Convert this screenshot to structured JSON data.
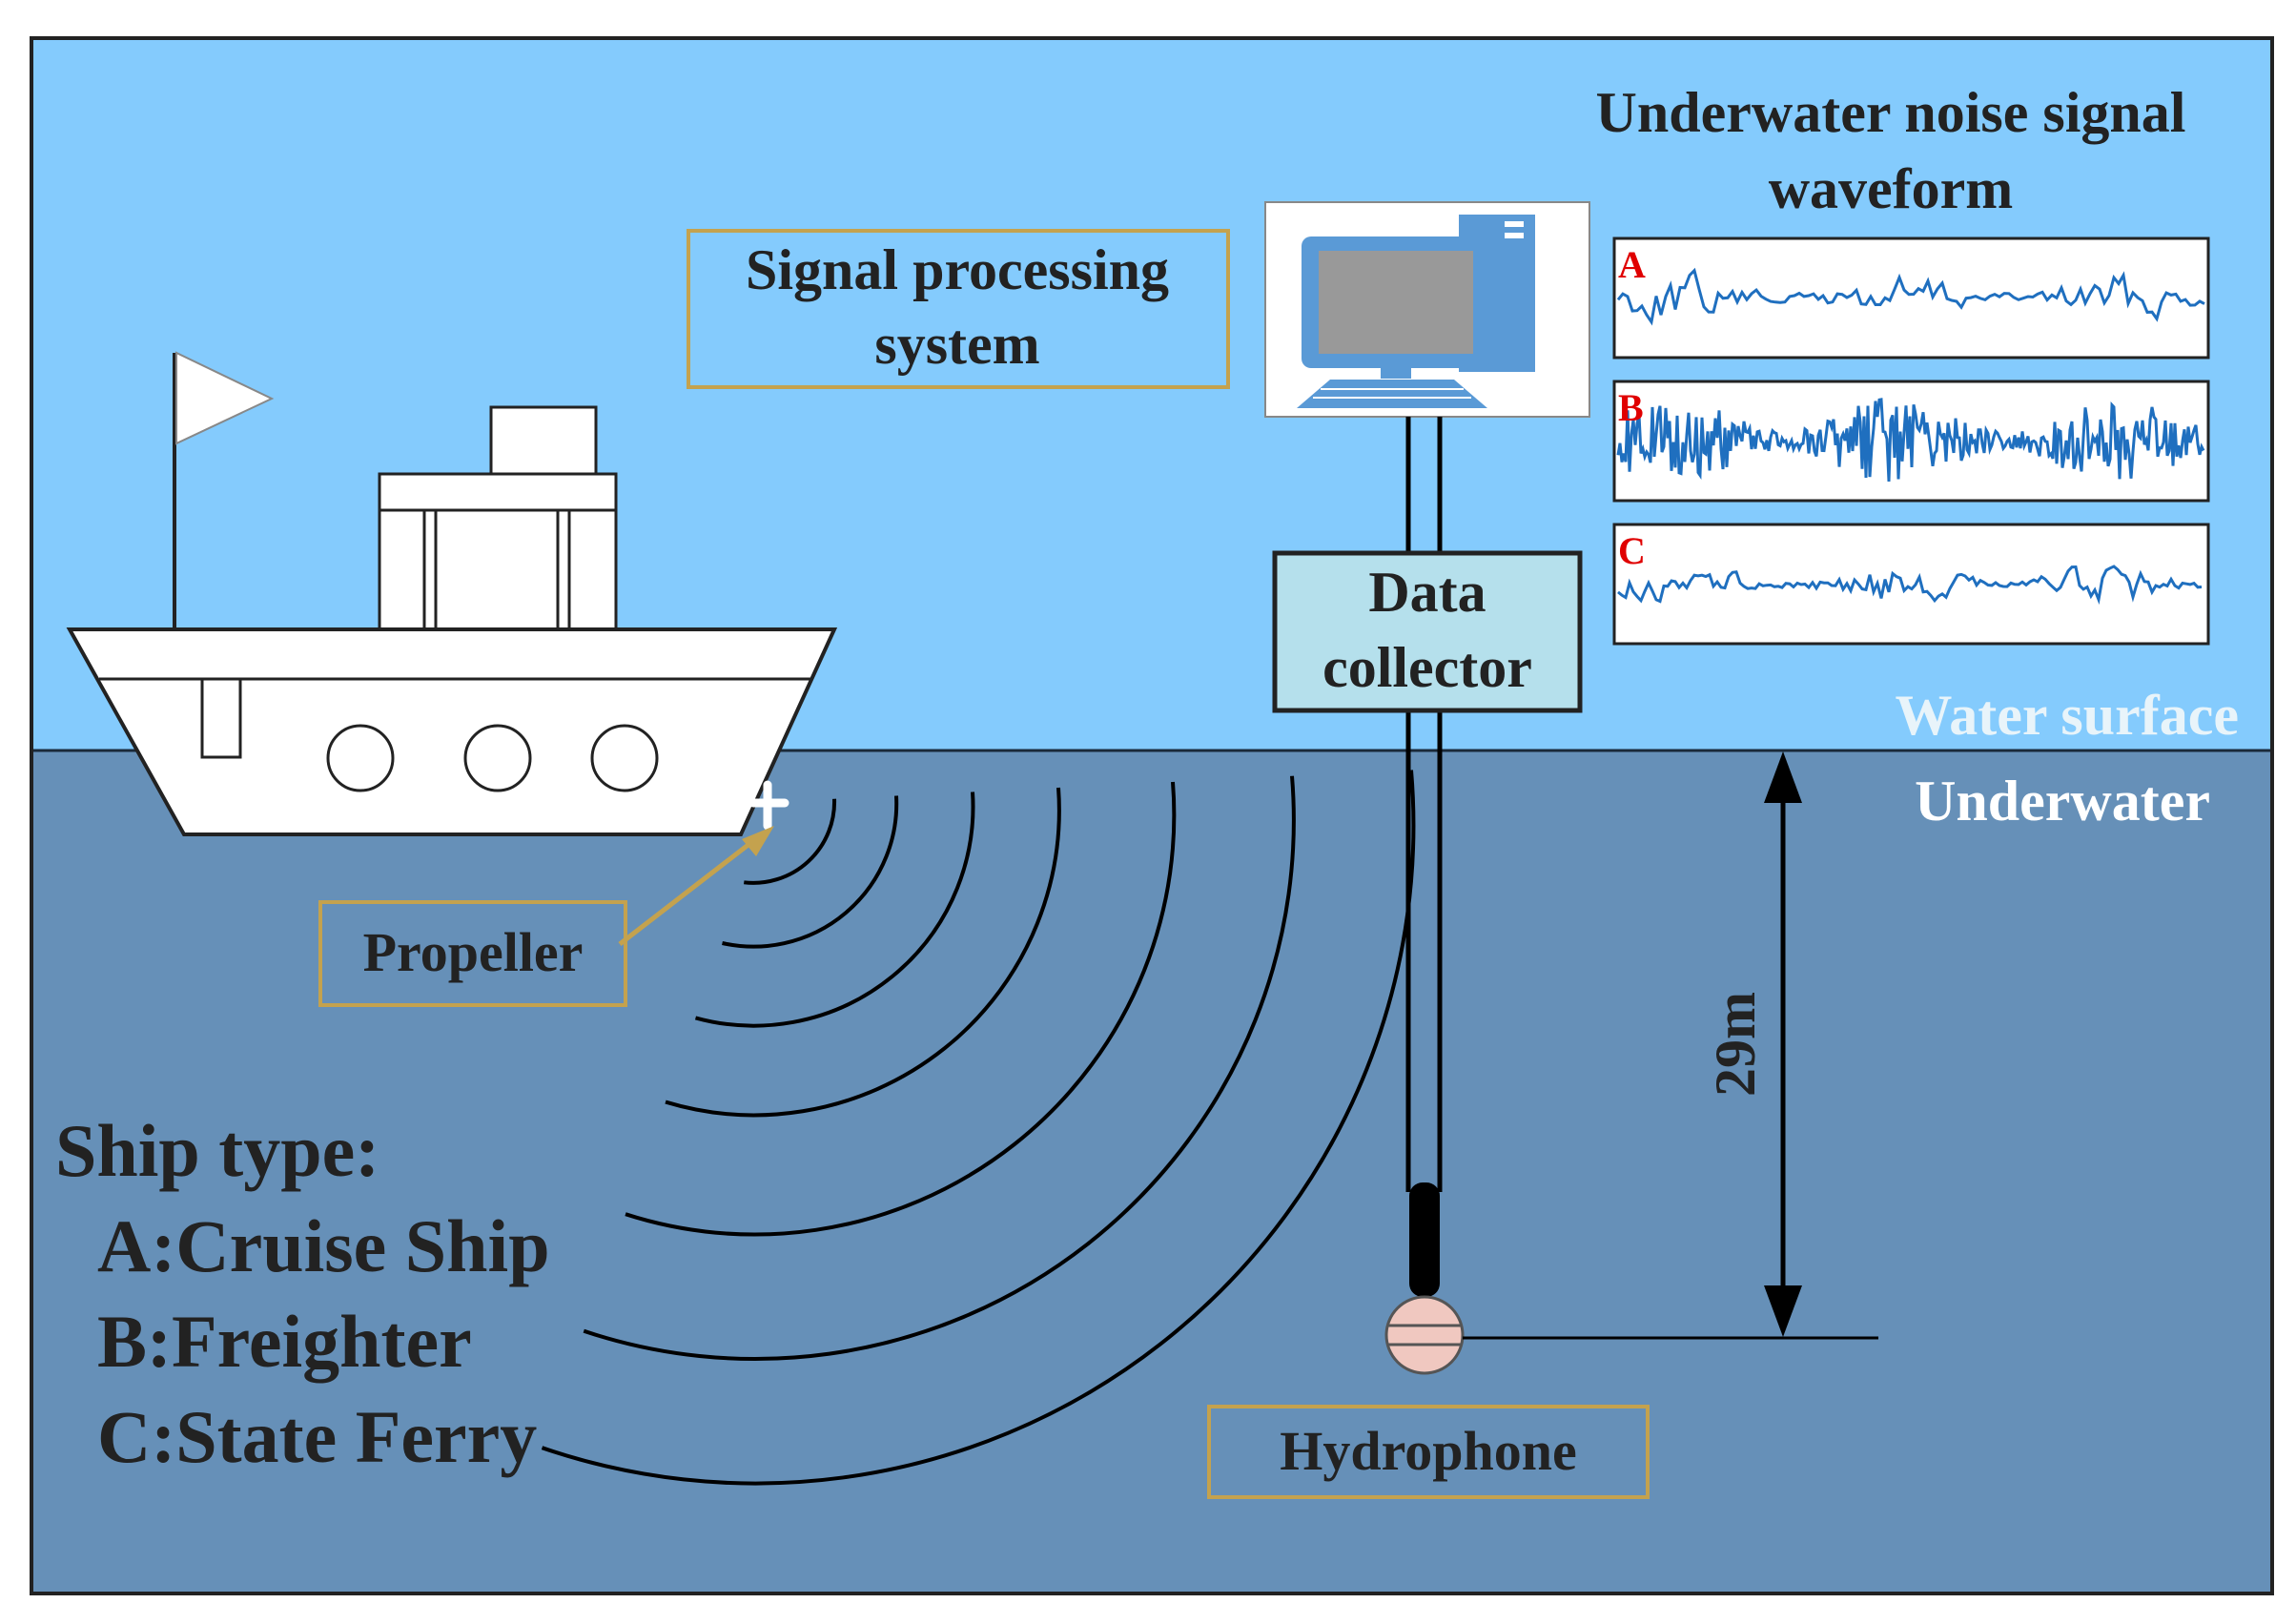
{
  "labels": {
    "waveform_title_line1": "Underwater noise signal",
    "waveform_title_line2": "waveform",
    "signal_processing_line1": "Signal processing",
    "signal_processing_line2": "system",
    "data_collector_line1": "Data",
    "data_collector_line2": "collector",
    "water_surface": "Water surface",
    "underwater": "Underwater",
    "propeller": "Propeller",
    "hydrophone": "Hydrophone",
    "depth": "29m"
  },
  "waveforms": [
    {
      "label": "A",
      "ship": "Cruise Ship"
    },
    {
      "label": "B",
      "ship": "Freighter"
    },
    {
      "label": "C",
      "ship": "State Ferry"
    }
  ],
  "ship_types": {
    "heading": "Ship type:",
    "items": [
      "A:Cruise Ship",
      "B:Freighter",
      "C:State Ferry"
    ]
  },
  "colors": {
    "sky": "#84cbfd",
    "water": "#6690b8",
    "waveform": "#1f6fbf",
    "label_box_border": "#c4a24e",
    "collector_fill": "#b5e0ec",
    "waveform_letter": "#e00000"
  }
}
